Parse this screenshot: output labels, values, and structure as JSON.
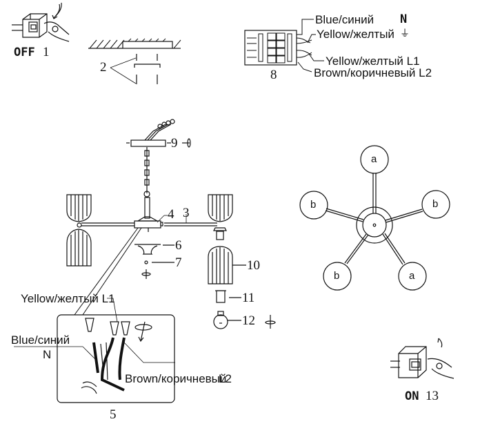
{
  "title": "Chandelier installation diagram",
  "steps": {
    "off": {
      "word": "OFF",
      "num": "1"
    },
    "ceiling_mount": "2",
    "arm": "3",
    "body": "4",
    "wiring_box": "5",
    "cup": "6",
    "nut": "7",
    "terminal_block": "8",
    "canopy": "9",
    "shade": "10",
    "sleeve": "11",
    "bulb": "12",
    "on": {
      "word": "ON",
      "num": "13"
    }
  },
  "terminal_labels": {
    "blue": "Blue/синий",
    "blue_code": "N",
    "yellow_ground": "Yellow/желтый",
    "ground_symbol": "⏚",
    "yellow_l1": "Yellow/желтый L1",
    "brown_l2": "Brown/коричневый L2"
  },
  "wiring_labels": {
    "yellow_l1": "Yellow/желтый L1",
    "blue": "Blue/синий",
    "blue_code": "N",
    "brown": "Brown/коричневый",
    "brown_code": "L2"
  },
  "layout_diagram": {
    "nodes": [
      {
        "label": "a",
        "position": "top"
      },
      {
        "label": "b",
        "position": "upper-left"
      },
      {
        "label": "b",
        "position": "upper-right"
      },
      {
        "label": "b",
        "position": "lower-left"
      },
      {
        "label": "a",
        "position": "lower-right"
      }
    ]
  }
}
